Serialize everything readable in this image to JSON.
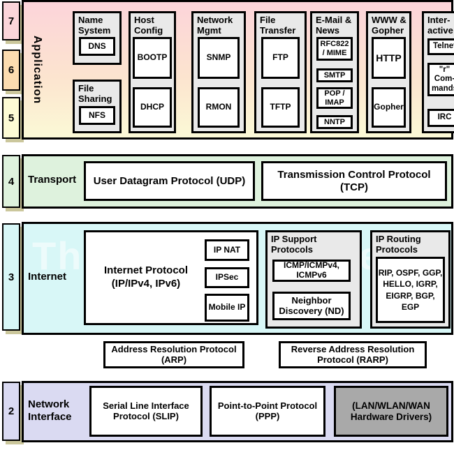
{
  "watermark": "The TCP/IP Guide",
  "badges": {
    "b7": "7",
    "b6": "6",
    "b5": "5",
    "b4": "4",
    "b3": "3",
    "b2": "2"
  },
  "application": {
    "label": "Application",
    "columns": {
      "name_system": {
        "header": "Name System",
        "dns": "DNS"
      },
      "file_sharing": {
        "header": "File Sharing",
        "nfs": "NFS"
      },
      "host_config": {
        "header": "Host Config",
        "bootp": "BOOTP",
        "dhcp": "DHCP"
      },
      "network_mgmt": {
        "header": "Network Mgmt",
        "snmp": "SNMP",
        "rmon": "RMON"
      },
      "file_transfer": {
        "header": "File Transfer",
        "ftp": "FTP",
        "tftp": "TFTP"
      },
      "email_news": {
        "header": "E-Mail & News",
        "rfc822": "RFC822 / MIME",
        "smtp": "SMTP",
        "pop_imap": "POP / IMAP",
        "nntp": "NNTP"
      },
      "www_gopher": {
        "header": "WWW & Gopher",
        "http": "HTTP",
        "gopher": "Gopher"
      },
      "interactive": {
        "header": "Inter-active",
        "telnet": "Telnet",
        "r_commands": "\"r\" Com-mands",
        "irc": "IRC"
      }
    }
  },
  "transport": {
    "label": "Transport",
    "udp": "User Datagram Protocol (UDP)",
    "tcp": "Transmission Control Protocol (TCP)"
  },
  "internet": {
    "label": "Internet",
    "ip": "Internet Protocol (IP/IPv4, IPv6)",
    "ip_nat": "IP NAT",
    "ipsec": "IPSec",
    "mobile_ip": "Mobile IP",
    "support": {
      "header": "IP Support Protocols",
      "icmp": "ICMP/ICMPv4, ICMPv6",
      "nd": "Neighbor Discovery (ND)"
    },
    "routing": {
      "header": "IP Routing Protocols",
      "list": "RIP, OSPF, GGP, HELLO, IGRP, EIGRP, BGP, EGP"
    }
  },
  "resolution": {
    "arp": "Address Resolution Protocol (ARP)",
    "rarp": "Reverse Address Resolution Protocol (RARP)"
  },
  "network_interface": {
    "label": "Network Interface",
    "slip": "Serial Line Interface Protocol (SLIP)",
    "ppp": "Point-to-Point Protocol (PPP)",
    "hardware": "(LAN/WLAN/WAN Hardware Drivers)"
  },
  "colors": {
    "layer7_pink": "#fbd5da",
    "layer6_peach": "#fcdcb0",
    "layer5_yellow": "#fdfbd5",
    "transport_green": "#def2dd",
    "internet_cyan": "#d8f7f7",
    "network_lavender": "#dadaf2",
    "panel_gray": "#e9e9e9",
    "hardware_gray": "#a9a9a9",
    "badge_shadow": "#cbc79c"
  }
}
